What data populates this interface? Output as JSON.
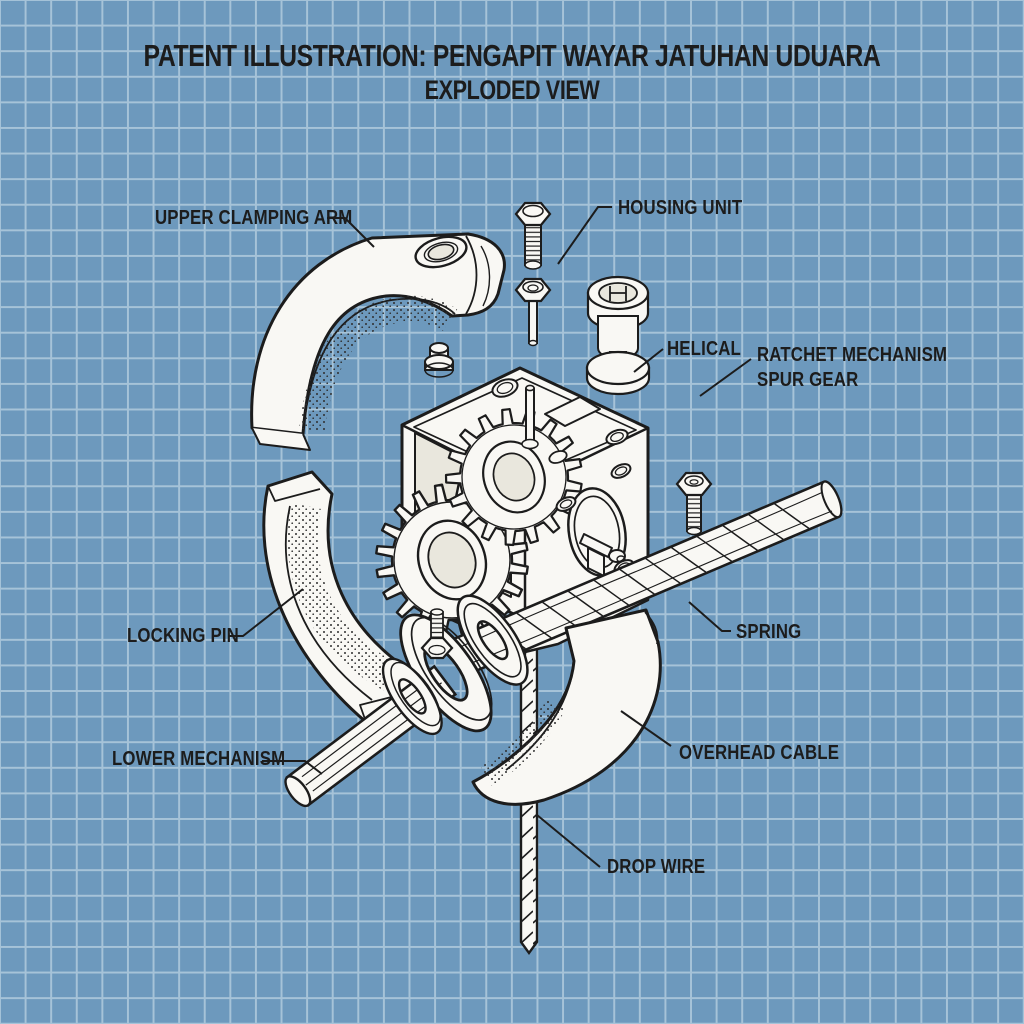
{
  "colors": {
    "blueprint": "#6d99bd",
    "grid": "#a6c3d8",
    "ink": "#1c1c1c",
    "paper": "#f9f8f4"
  },
  "title": {
    "line1": "PATENT ILLUSTRATION: PENGAPIT WAYAR JATUHAN UDUARA",
    "line2": "EXPLODED VIEW"
  },
  "labels": {
    "upper_clamping_arm": "UPPER CLAMPING ARM",
    "housing_unit": "HOUSING UNIT",
    "helical": "HELICAL",
    "ratchet_line1": "RATCHET MECHANISM",
    "ratchet_line2": "SPUR GEAR",
    "locking_pin": "LOCKING PIN",
    "spring": "SPRING",
    "lower_mechanism": "LOWER MECHANISM",
    "overhead_cable": "OVERHEAD CABLE",
    "drop_wire": "DROP WIRE"
  }
}
